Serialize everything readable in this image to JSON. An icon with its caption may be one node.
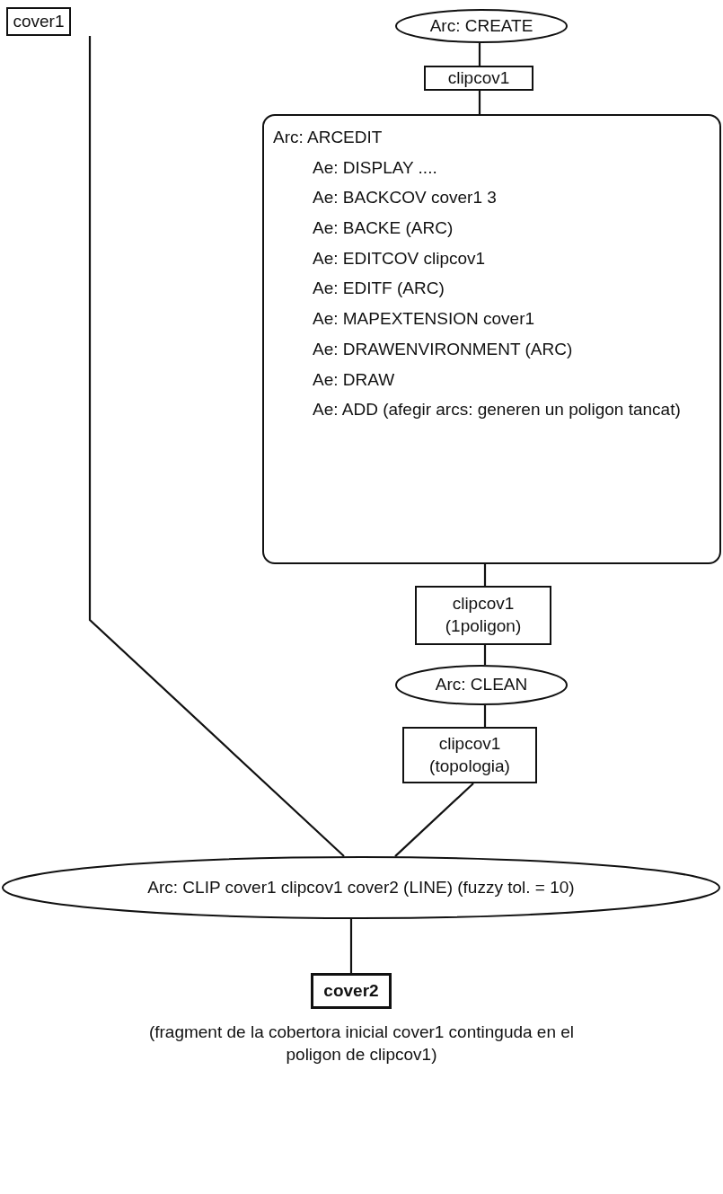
{
  "diagram": {
    "nodes": [
      {
        "text": [
          "cover1"
        ]
      },
      {
        "text": [
          "Arc: CREATE"
        ]
      },
      {
        "text": [
          "clipcov1"
        ]
      },
      {
        "text": [
          "Arc: ARCEDIT",
          "Ae: DISPLAY ....",
          "Ae: BACKCOV cover1 3",
          "Ae: BACKE (ARC)",
          "Ae: EDITCOV clipcov1",
          "Ae: EDITF (ARC)",
          "Ae: MAPEXTENSION cover1",
          "Ae: DRAWENVIRONMENT (ARC)",
          "Ae: DRAW",
          "Ae: ADD (afegir arcs: generen un poligon tancat)"
        ]
      },
      {
        "text": [
          "clipcov1",
          "(1poligon)"
        ]
      },
      {
        "text": [
          "Arc: CLEAN"
        ]
      },
      {
        "text": [
          "clipcov1",
          "(topologia)"
        ]
      },
      {
        "text": [
          "Arc: CLIP cover1 clipcov1 cover2 (LINE) (fuzzy tol. = 10)"
        ]
      },
      {
        "text": [
          "cover2"
        ],
        "beside": [
          "(fragment de la cobertora inicial cover1 continguda en el poligon de clipcov1)"
        ]
      }
    ],
    "edges": [
      {
        "from": 0,
        "to": 7,
        "arrow": "none"
      },
      {
        "from": 1,
        "to": 2,
        "arrow": "none"
      },
      {
        "from": 2,
        "to": 3,
        "arrow": "none"
      },
      {
        "from": 3,
        "to": 4,
        "arrow": "none"
      },
      {
        "from": 4,
        "to": 5,
        "arrow": "none"
      },
      {
        "from": 5,
        "to": 6,
        "arrow": "none"
      },
      {
        "from": 6,
        "to": 7,
        "arrow": "none"
      },
      {
        "from": 7,
        "to": 8,
        "arrow": "none"
      }
    ]
  }
}
